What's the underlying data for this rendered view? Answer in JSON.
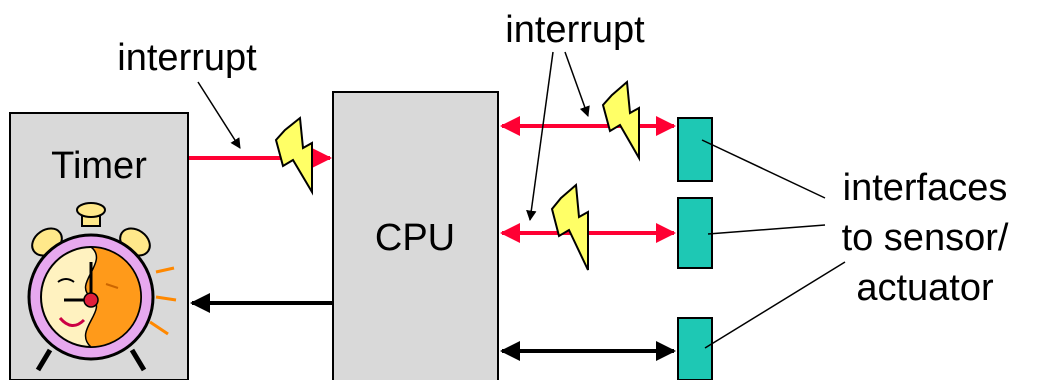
{
  "labels": {
    "interrupt_left": "interrupt",
    "interrupt_right": "interrupt",
    "timer": "Timer",
    "cpu": "CPU",
    "interfaces_line1": "interfaces",
    "interfaces_line2": "to sensor/",
    "interfaces_line3": "actuator"
  },
  "icons": [
    "alarm-clock-icon",
    "lightning-bolt-icon"
  ],
  "colors": {
    "block_fill": "#d9d9d9",
    "interface_fill": "#1ec8b4",
    "interrupt_line": "#ff0033",
    "data_line": "#000000",
    "lightning": "#ffff66"
  }
}
